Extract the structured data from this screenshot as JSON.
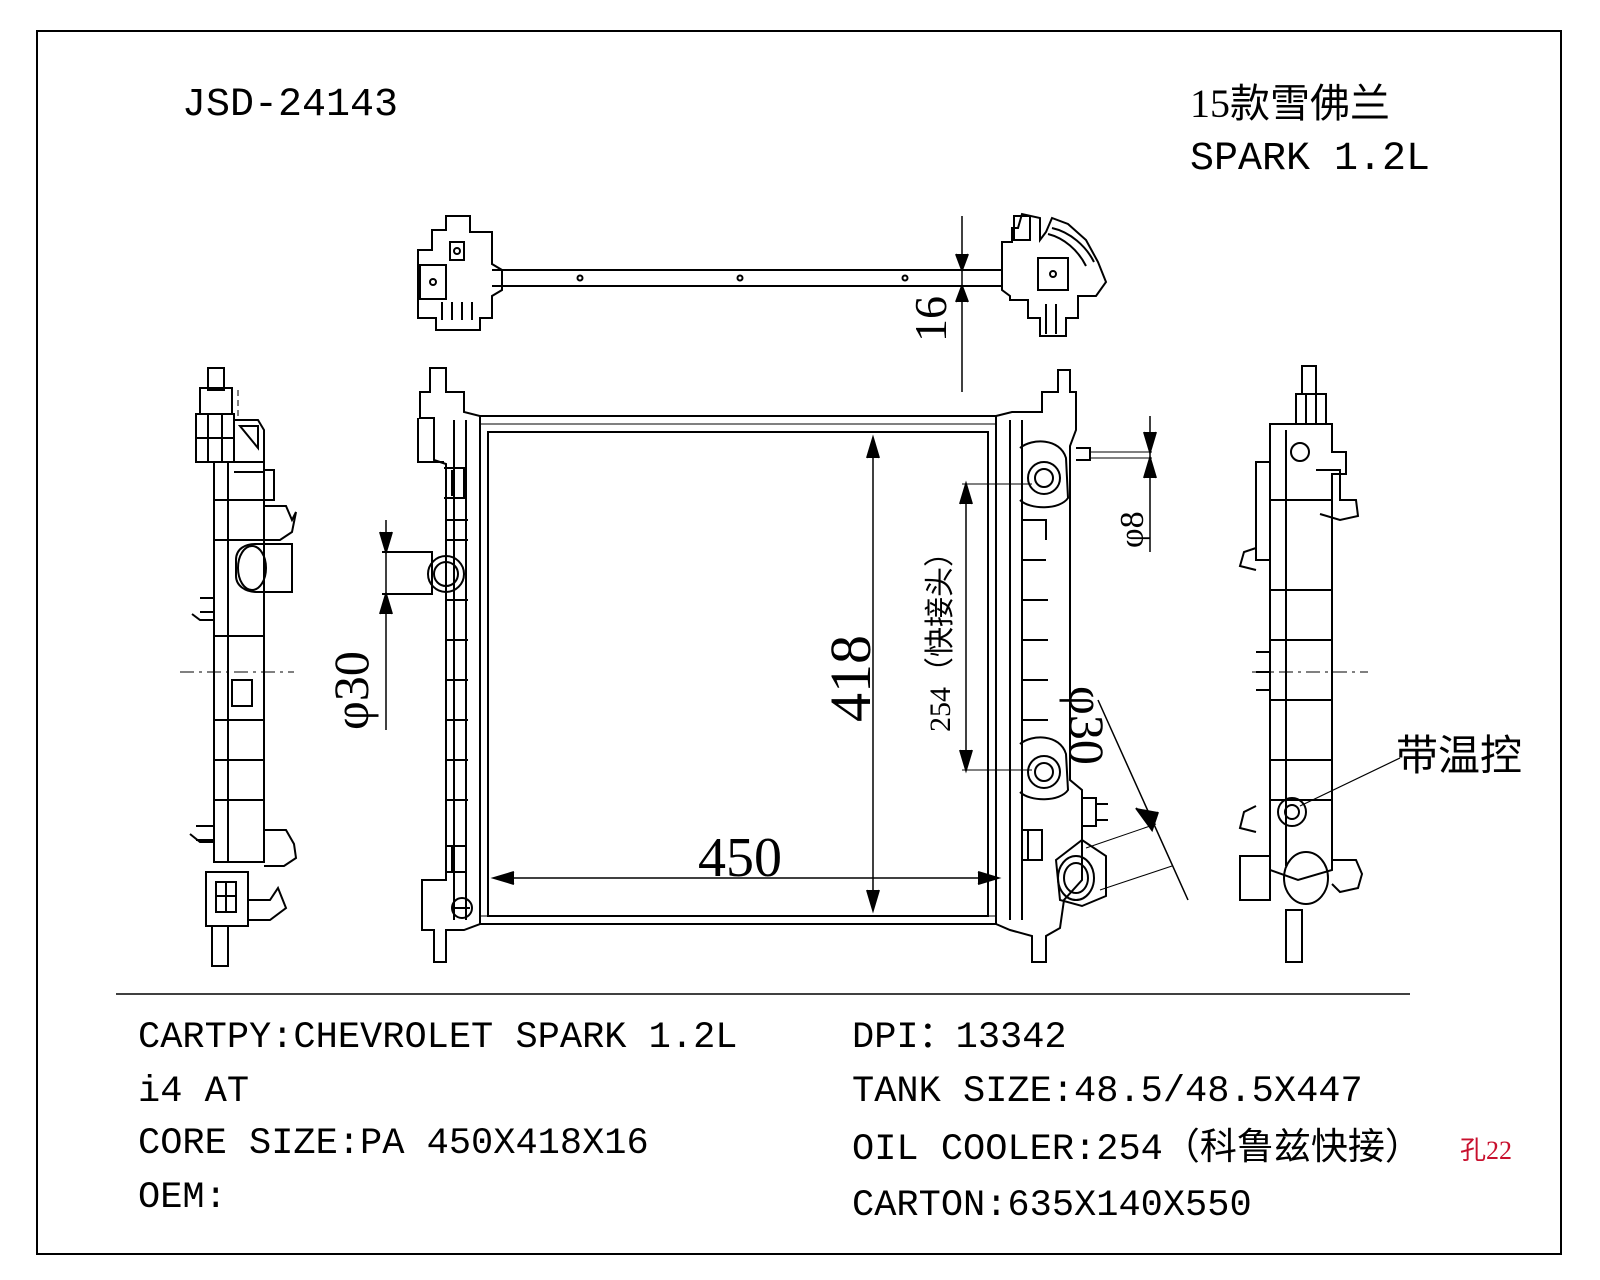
{
  "header": {
    "part_number": "JSD-24143",
    "model_cn": "15款雪佛兰",
    "model_en": "SPARK 1.2L"
  },
  "dimensions": {
    "thickness": "16",
    "inlet_diameter": "φ30",
    "core_height": "418",
    "oil_cooler_spacing": "254（快接头）",
    "outlet_diameter": "φ30",
    "fitting_diameter": "φ8",
    "core_width": "450"
  },
  "annotations": {
    "thermostat": "带温控"
  },
  "specs": {
    "left": [
      "CARTPY:CHEVROLET  SPARK 1.2L",
      "i4 AT",
      "CORE SIZE:PA 450X418X16",
      "OEM:"
    ],
    "right": [
      "DPI：13342",
      "TANK SIZE:48.5/48.5X447",
      "OIL COOLER:254（科鲁兹快接）",
      "CARTON:635X140X550"
    ],
    "oil_cooler_note": "孔22"
  }
}
